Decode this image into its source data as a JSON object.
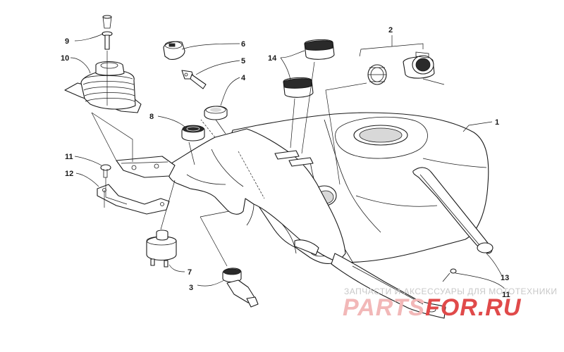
{
  "callouts": [
    {
      "id": "c1",
      "label": "1"
    },
    {
      "id": "c2",
      "label": "2"
    },
    {
      "id": "c3",
      "label": "3"
    },
    {
      "id": "c4",
      "label": "4"
    },
    {
      "id": "c5",
      "label": "5"
    },
    {
      "id": "c6",
      "label": "6"
    },
    {
      "id": "c7",
      "label": "7"
    },
    {
      "id": "c8",
      "label": "8"
    },
    {
      "id": "c9",
      "label": "9"
    },
    {
      "id": "c10",
      "label": "10"
    },
    {
      "id": "c11a",
      "label": "11"
    },
    {
      "id": "c11b",
      "label": "11"
    },
    {
      "id": "c12",
      "label": "12"
    },
    {
      "id": "c13",
      "label": "13"
    },
    {
      "id": "c14",
      "label": "14"
    }
  ],
  "watermark": {
    "tagline": "ЗАПЧАСТИ И АКСЕССУАРЫ ДЛЯ МОТОТЕХНИКИ",
    "brand_left": "PARTS",
    "brand_right": "FOR.RU",
    "tagline_color": "#c8c8c8",
    "brand_left_color": "#f2b8b8",
    "brand_right_color": "#e04a4a"
  }
}
